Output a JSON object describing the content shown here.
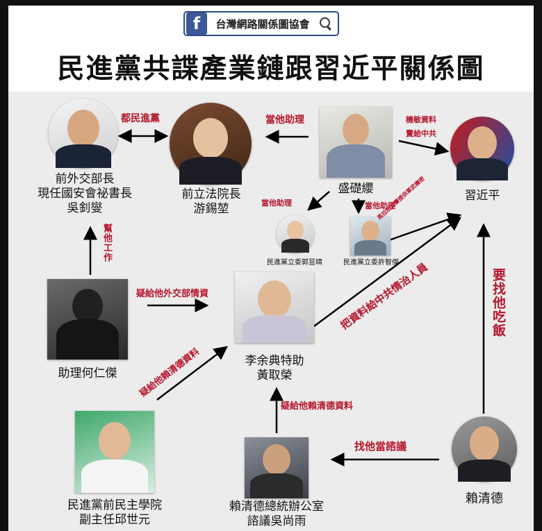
{
  "header": {
    "brand_logo": "f",
    "brand_name": "台灣網路關係圖協會",
    "brand_icon": "search-icon",
    "title": "民進黨共諜產業鏈跟習近平關係圖"
  },
  "people": {
    "wu": {
      "line1": "前外交部長",
      "line2": "現任國安會祕書長",
      "line3": "吳釗燮"
    },
    "you": {
      "line1": "前立法院長",
      "line2": "游錫堃"
    },
    "sheng": {
      "line1": "盛礎纓"
    },
    "xi": {
      "line1": "習近平"
    },
    "guo": {
      "line1": "民進黨立委郭昱晴"
    },
    "xu": {
      "line1": "民進黨立委許智傑"
    },
    "he": {
      "line1": "助理何仁傑"
    },
    "huang": {
      "line1": "李余典特助",
      "line2": "黃取榮"
    },
    "qiu": {
      "line1": "民進黨前民主學院",
      "line2": "副主任邱世元"
    },
    "wushang": {
      "line1": "賴清德總統辦公室",
      "line2": "諮議吳尚雨"
    },
    "lai": {
      "line1": "賴清德"
    }
  },
  "edges": {
    "wu_you": "都民進黨",
    "sheng_you": "當他助理",
    "sheng_xi_1": "機敏資料",
    "sheng_xi_2": "賣給中共",
    "sheng_guo": "當他助理",
    "sheng_xu": "當他助理",
    "xu_xi": "馬拉松比賽提供軍武機密",
    "he_wu": "幫他工作",
    "he_huang": "疑給他外交部情資",
    "huang_xi": "把資料給中共情治人員",
    "lai_xi": "要找他吃飯",
    "qiu_huang": "疑給他賴清德資料",
    "wushang_huang": "疑給他賴清德資料",
    "lai_wushang": "找他當諮議"
  },
  "colors": {
    "accent_red": "#b5152b",
    "brand_blue": "#3b5998",
    "background": "#ececec"
  }
}
